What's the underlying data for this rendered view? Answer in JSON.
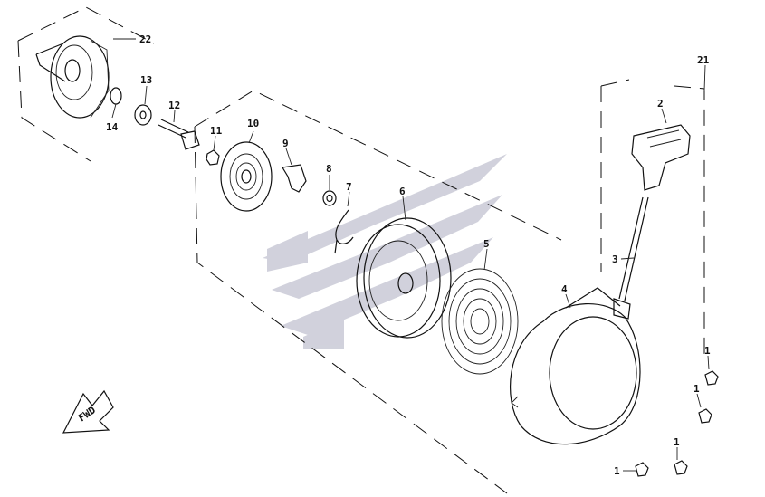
{
  "diagram": {
    "watermark_color": "#c9cad6",
    "parts": [
      {
        "label": "22",
        "part": "pulley-cup"
      },
      {
        "label": "13",
        "part": "washer"
      },
      {
        "label": "14",
        "part": "o-ring"
      },
      {
        "label": "12",
        "part": "center-bolt"
      },
      {
        "label": "11",
        "part": "nut"
      },
      {
        "label": "10",
        "part": "friction-plate"
      },
      {
        "label": "9",
        "part": "ratchet-pawl"
      },
      {
        "label": "8",
        "part": "small-washer"
      },
      {
        "label": "7",
        "part": "return-spring-clip"
      },
      {
        "label": "6",
        "part": "rope-reel"
      },
      {
        "label": "5",
        "part": "recoil-spring"
      },
      {
        "label": "4",
        "part": "starter-case"
      },
      {
        "label": "3",
        "part": "starter-rope"
      },
      {
        "label": "2",
        "part": "starter-handle"
      },
      {
        "label": "21",
        "part": "assembly"
      },
      {
        "label": "1",
        "part": "flange-bolt"
      }
    ],
    "fwd_text": "FWD"
  }
}
